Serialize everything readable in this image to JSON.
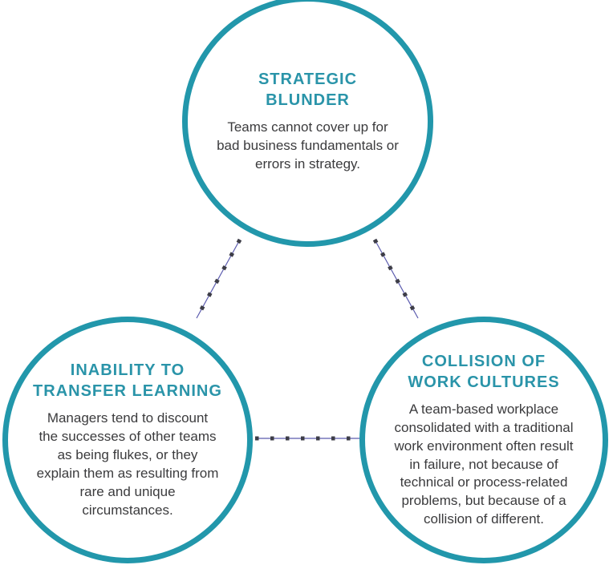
{
  "theme": {
    "ring-color": "#2297ab",
    "title-color": "#2a94a9",
    "body-color": "#3b3b3d",
    "line-color": "#5b5bae",
    "marker-color": "#3d3d47",
    "background": "#ffffff"
  },
  "diagram": {
    "nodes": [
      {
        "id": "strategic-blunder",
        "title": "STRATEGIC\nBLUNDER",
        "description": "Teams cannot cover up for bad business fundamentals or errors in strategy."
      },
      {
        "id": "inability-to-transfer-learning",
        "title": "INABILITY TO\nTRANSFER LEARNING",
        "description": "Managers tend to discount the successes of other teams as being flukes, or they explain them as resulting from rare and unique circumstances."
      },
      {
        "id": "collision-of-work-cultures",
        "title": "COLLISION OF\nWORK CULTURES",
        "description": "A team-based workplace consolidated with a traditional work environment often result in failure, not because of technical or process-related problems, but because of a collision of different."
      }
    ]
  }
}
